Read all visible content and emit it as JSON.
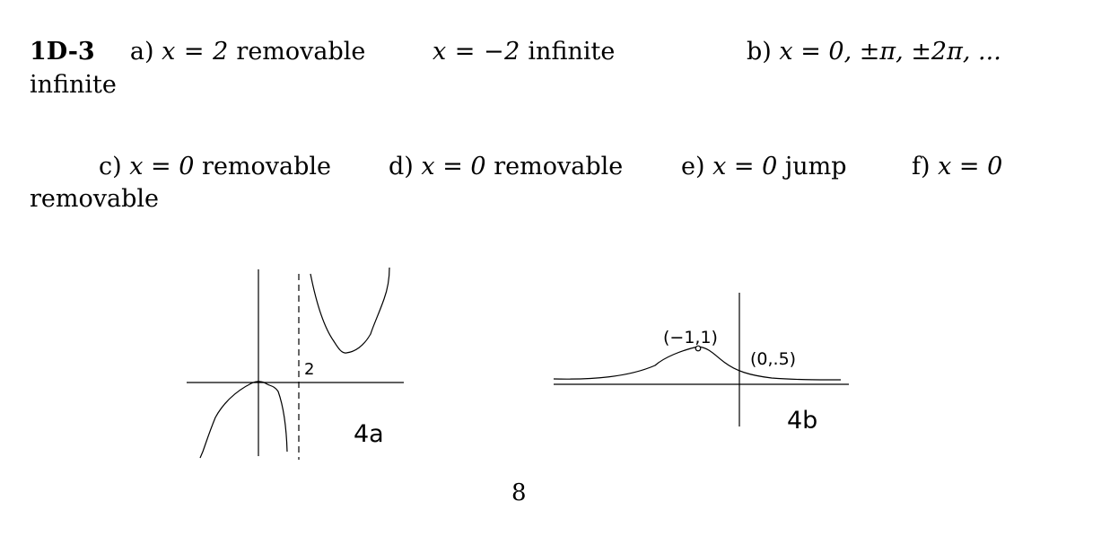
{
  "problem": {
    "label": "1D-3",
    "a_prefix": "a)",
    "a_math": "x = 2",
    "a_text": "removable",
    "a2_math": "x = −2",
    "a2_text": "infinite",
    "b_prefix": "b)",
    "b_math": "x = 0, ±π, ±2π, ...",
    "b_text": "infinite",
    "c_prefix": "c)",
    "c_math": "x = 0",
    "c_text": "removable",
    "d_prefix": "d)",
    "d_math": "x = 0",
    "d_text": "removable",
    "e_prefix": "e)",
    "e_math": "x = 0",
    "e_text": "jump",
    "f_prefix": "f)",
    "f_math": "x = 0",
    "f_text": "removable"
  },
  "figure_4a": {
    "caption": "4a",
    "asymptote_label": "2"
  },
  "figure_4b": {
    "caption": "4b",
    "point_max_label": "(−1,1)",
    "point_intercept_label": "(0,.5)"
  },
  "page_number": "8"
}
